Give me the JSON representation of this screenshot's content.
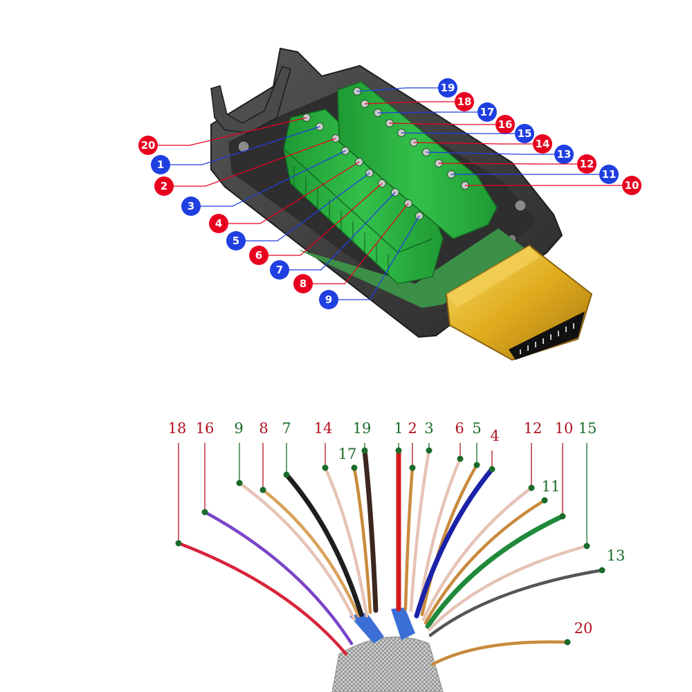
{
  "colors": {
    "red": "#e8001f",
    "blue": "#1f3fe0",
    "label_red": "#b0101e",
    "label_green": "#1a6b2a",
    "terminal_green": "#27b43c",
    "housing": "#3a3a3a",
    "gold": "#e6b422"
  },
  "connector": {
    "left_row_badges": [
      {
        "label": "20",
        "color": "red"
      },
      {
        "label": "1",
        "color": "blue"
      },
      {
        "label": "2",
        "color": "red"
      },
      {
        "label": "3",
        "color": "blue"
      },
      {
        "label": "4",
        "color": "red"
      },
      {
        "label": "5",
        "color": "blue"
      },
      {
        "label": "6",
        "color": "red"
      },
      {
        "label": "7",
        "color": "blue"
      },
      {
        "label": "8",
        "color": "red"
      },
      {
        "label": "9",
        "color": "blue"
      }
    ],
    "right_row_badges": [
      {
        "label": "19",
        "color": "blue"
      },
      {
        "label": "18",
        "color": "red"
      },
      {
        "label": "17",
        "color": "blue"
      },
      {
        "label": "16",
        "color": "red"
      },
      {
        "label": "15",
        "color": "blue"
      },
      {
        "label": "14",
        "color": "red"
      },
      {
        "label": "13",
        "color": "blue"
      },
      {
        "label": "12",
        "color": "red"
      },
      {
        "label": "11",
        "color": "blue"
      },
      {
        "label": "10",
        "color": "red"
      }
    ]
  },
  "cable": {
    "wires": [
      {
        "label": "18",
        "label_color": "label_red",
        "wire_color": "#d8243a"
      },
      {
        "label": "16",
        "label_color": "label_red",
        "wire_color": "#7a44c8"
      },
      {
        "label": "9",
        "label_color": "label_green",
        "wire_color": "#e6c3b6"
      },
      {
        "label": "8",
        "label_color": "label_red",
        "wire_color": "#d9a15a"
      },
      {
        "label": "7",
        "label_color": "label_green",
        "wire_color": "#1e1e1e"
      },
      {
        "label": "14",
        "label_color": "label_red",
        "wire_color": "#e6c3b6"
      },
      {
        "label": "17",
        "label_color": "label_green",
        "wire_color": "#c98a3c"
      },
      {
        "label": "19",
        "label_color": "label_green",
        "wire_color": "#3b2620"
      },
      {
        "label": "1",
        "label_color": "label_green",
        "wire_color": "#d61a1a"
      },
      {
        "label": "2",
        "label_color": "label_red",
        "wire_color": "#c98a3c"
      },
      {
        "label": "3",
        "label_color": "label_green",
        "wire_color": "#e6c3b6"
      },
      {
        "label": "6",
        "label_color": "label_red",
        "wire_color": "#e6c3b6"
      },
      {
        "label": "5",
        "label_color": "label_green",
        "wire_color": "#c98a3c"
      },
      {
        "label": "4",
        "label_color": "label_red",
        "wire_color": "#1a22a8"
      },
      {
        "label": "12",
        "label_color": "label_red",
        "wire_color": "#e6c3b6"
      },
      {
        "label": "11",
        "label_color": "label_green",
        "wire_color": "#c98a3c"
      },
      {
        "label": "10",
        "label_color": "label_red",
        "wire_color": "#1f8a3a"
      },
      {
        "label": "15",
        "label_color": "label_green",
        "wire_color": "#e6c3b6"
      },
      {
        "label": "13",
        "label_color": "label_green",
        "wire_color": "#555555"
      },
      {
        "label": "20",
        "label_color": "label_red",
        "wire_color": "#c98a3c"
      }
    ]
  }
}
